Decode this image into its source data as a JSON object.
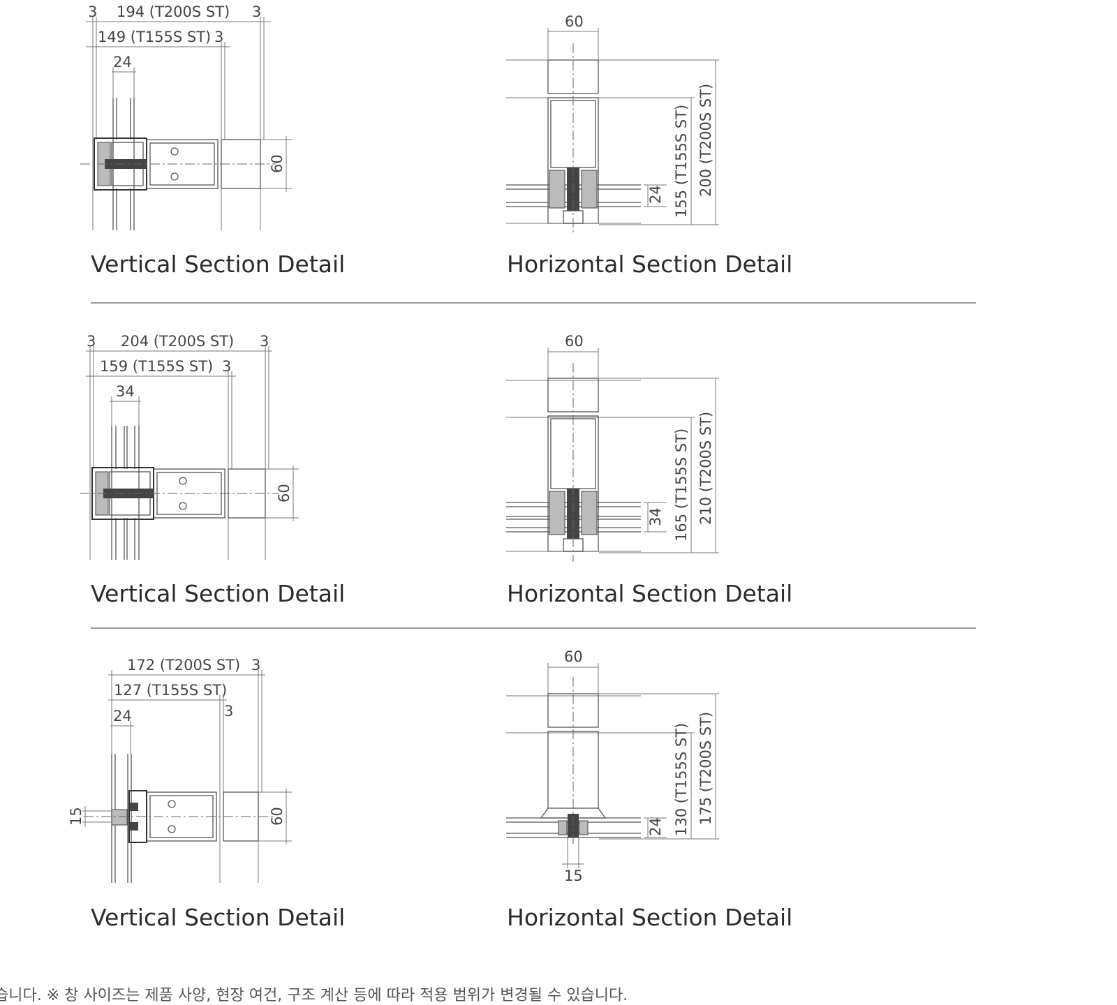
{
  "rows": [
    {
      "vertical": {
        "caption": "Vertical Section Detail",
        "dims": {
          "top_left": "3",
          "top_main": "194 (T200S ST)",
          "top_right": "3",
          "mid_main": "149 (T155S ST)",
          "mid_right": "3",
          "glass": "24",
          "depth": "60"
        }
      },
      "horizontal": {
        "caption": "Horizontal Section Detail",
        "dims": {
          "width": "60",
          "glass": "24",
          "inner": "155 (T155S ST)",
          "outer": "200 (T200S ST)"
        }
      }
    },
    {
      "vertical": {
        "caption": "Vertical Section Detail",
        "dims": {
          "top_left": "3",
          "top_main": "204 (T200S ST)",
          "top_right": "3",
          "mid_main": "159 (T155S ST)",
          "mid_right": "3",
          "glass": "34",
          "depth": "60"
        }
      },
      "horizontal": {
        "caption": "Horizontal Section Detail",
        "dims": {
          "width": "60",
          "glass": "34",
          "inner": "165 (T155S ST)",
          "outer": "210 (T200S ST)"
        }
      }
    },
    {
      "vertical": {
        "caption": "Vertical Section Detail",
        "dims": {
          "top_main": "172 (T200S ST)",
          "top_right": "3",
          "mid_main": "127 (T155S ST)",
          "mid_right": "3",
          "glass": "24",
          "depth": "60",
          "joint": "15"
        }
      },
      "horizontal": {
        "caption": "Horizontal Section Detail",
        "dims": {
          "width": "60",
          "glass": "24",
          "inner": "130 (T155S ST)",
          "outer": "175 (T200S ST)",
          "joint": "15"
        }
      }
    }
  ],
  "footnote": "습니다.   ※ 창 사이즈는 제품 사양, 현장 여건, 구조 계산 등에 따라 적용 범위가 변경될 수 있습니다."
}
